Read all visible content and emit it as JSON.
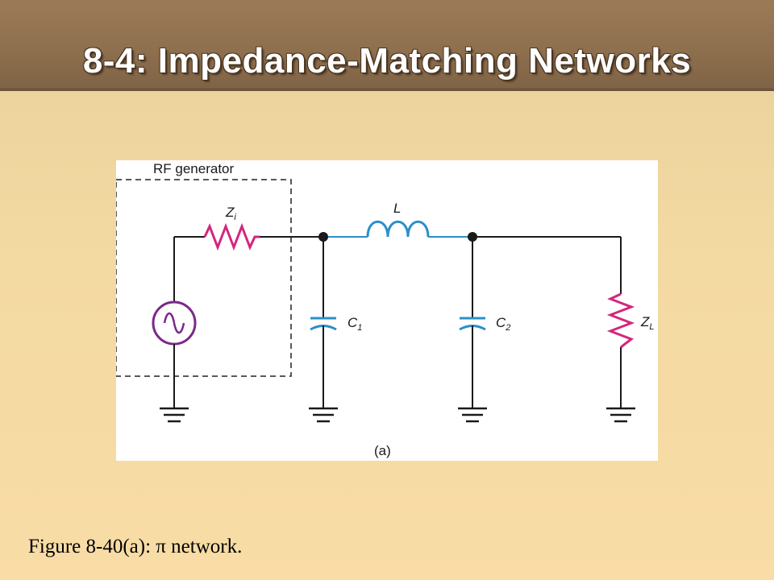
{
  "slide": {
    "title": "8-4: Impedance-Matching Networks",
    "caption": "Figure 8-40(a): π network."
  },
  "diagram": {
    "box_label": "RF generator",
    "source_impedance": {
      "letter": "Z",
      "sub": "i"
    },
    "inductor": "L",
    "capacitor_1": {
      "letter": "C",
      "sub": "1"
    },
    "capacitor_2": {
      "letter": "C",
      "sub": "2"
    },
    "load": {
      "letter": "Z",
      "sub": "L"
    },
    "part_label": "(a)"
  },
  "colors": {
    "wire": "#1a1a1a",
    "resistor": "#d4267d",
    "inductor": "#2a8fc8",
    "capacitor": "#2a8fc8",
    "source": "#7a2a8a",
    "title_bar": "#8e6f4e"
  }
}
